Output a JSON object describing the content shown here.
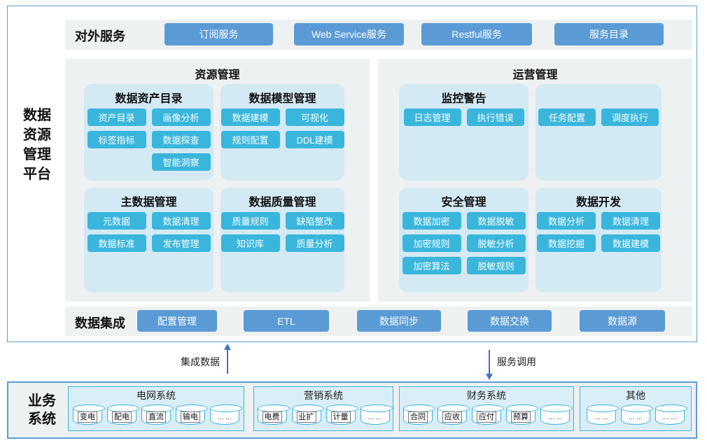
{
  "colors": {
    "frame_border": "#5b9bd5",
    "service_button_bg": "#5b9bd5",
    "module_button_bg": "#3ab6dc",
    "subpanel_bg": "#d3e9f4",
    "bar_bg": "#eef1f1",
    "system_panel_bg": "#daeef7",
    "system_panel_border": "#3ab6dc",
    "arrow_color": "#4472c4"
  },
  "platform_label": {
    "lines": [
      "数据",
      "资源",
      "管理",
      "平台"
    ]
  },
  "external_services": {
    "label": "对外服务",
    "buttons": [
      "订阅服务",
      "Web Service服务",
      "Restful服务",
      "服务目录"
    ]
  },
  "resource_management": {
    "title": "资源管理",
    "asset_catalog": {
      "title": "数据资产目录",
      "buttons": [
        "资产目录",
        "画像分析",
        "标签指标",
        "数据探查",
        "智能洞察"
      ]
    },
    "model_management": {
      "title": "数据模型管理",
      "buttons": [
        "数据建模",
        "可视化",
        "规则配置",
        "DDL建模"
      ]
    },
    "master_data": {
      "title": "主数据管理",
      "buttons": [
        "元数据",
        "数据清理",
        "数据标准",
        "发布管理"
      ]
    },
    "data_quality": {
      "title": "数据质量管理",
      "buttons": [
        "质量规则",
        "缺陷整改",
        "知识库",
        "质量分析"
      ]
    }
  },
  "operation_management": {
    "title": "运营管理",
    "monitoring": {
      "title": "监控警告",
      "buttons": [
        "日志管理",
        "执行错误"
      ]
    },
    "scheduling": {
      "title": "",
      "buttons": [
        "任务配置",
        "调度执行"
      ]
    },
    "security": {
      "title": "安全管理",
      "buttons": [
        "数据加密",
        "数据脱敏",
        "加密规则",
        "脱敏分析",
        "加密算法",
        "脱敏规则"
      ]
    },
    "development": {
      "title": "数据开发",
      "buttons": [
        "数据分析",
        "数据清理",
        "数据挖掘",
        "数据建模"
      ]
    }
  },
  "data_integration": {
    "label": "数据集成",
    "buttons": [
      "配置管理",
      "ETL",
      "数据同步",
      "数据交换",
      "数据源"
    ]
  },
  "flows": {
    "integration": "集成数据",
    "service_call": "服务调用"
  },
  "business_systems": {
    "label_lines": [
      "业务",
      "系统"
    ],
    "systems": [
      {
        "title": "电网系统",
        "databases": [
          "变电",
          "配电",
          "直流",
          "输电",
          "... ..."
        ]
      },
      {
        "title": "营销系统",
        "databases": [
          "电费",
          "业扩",
          "计量",
          "... ..."
        ]
      },
      {
        "title": "财务系统",
        "databases": [
          "合同",
          "应收",
          "应付",
          "预算",
          "... ..."
        ]
      },
      {
        "title": "其他",
        "databases": [
          "... ...",
          "... ...",
          "... ..."
        ]
      }
    ]
  }
}
